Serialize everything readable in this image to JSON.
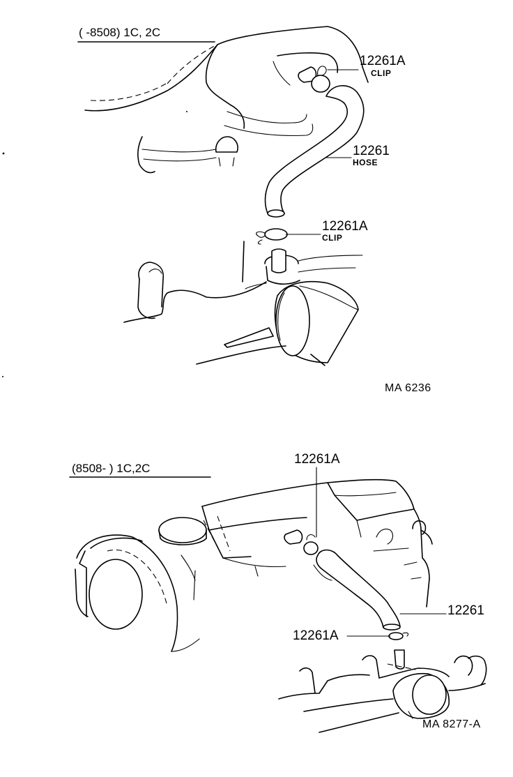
{
  "top": {
    "title": "(        -8508) 1C, 2C",
    "callouts": [
      {
        "part": "12261A",
        "name": "CLIP"
      },
      {
        "part": "12261",
        "name": "HOSE"
      },
      {
        "part": "12261A",
        "name": "CLIP"
      }
    ],
    "ref": "MA  6236"
  },
  "bottom": {
    "title": "(8508-          ) 1C,2C",
    "callouts": [
      {
        "part": "12261A"
      },
      {
        "part": "12261"
      },
      {
        "part": "12261A"
      }
    ],
    "ref": "MA  8277-A"
  }
}
